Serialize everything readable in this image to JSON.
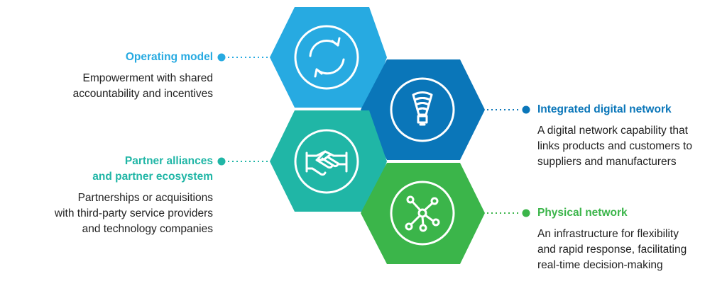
{
  "colors": {
    "operating": "#27aae1",
    "digital": "#0a76b9",
    "partner": "#20b6a6",
    "physical": "#3bb54a",
    "text": "#222222"
  },
  "items": [
    {
      "title": "Operating model",
      "desc_lines": [
        "Empowerment with shared",
        "accountability and incentives"
      ],
      "icon": "refresh-cycle-icon"
    },
    {
      "title": "Integrated digital network",
      "desc_lines": [
        "A digital network capability that",
        "links products and customers to",
        "suppliers and manufacturers"
      ],
      "icon": "lightbulb-icon"
    },
    {
      "title_lines": [
        "Partner alliances",
        "and partner ecosystem"
      ],
      "desc_lines": [
        "Partnerships or acquisitions",
        "with third-party service providers",
        "and technology companies"
      ],
      "icon": "handshake-icon"
    },
    {
      "title": "Physical network",
      "desc_lines": [
        "An infrastructure for flexibility",
        "and rapid response, facilitating",
        "real-time decision-making"
      ],
      "icon": "network-nodes-icon"
    }
  ]
}
